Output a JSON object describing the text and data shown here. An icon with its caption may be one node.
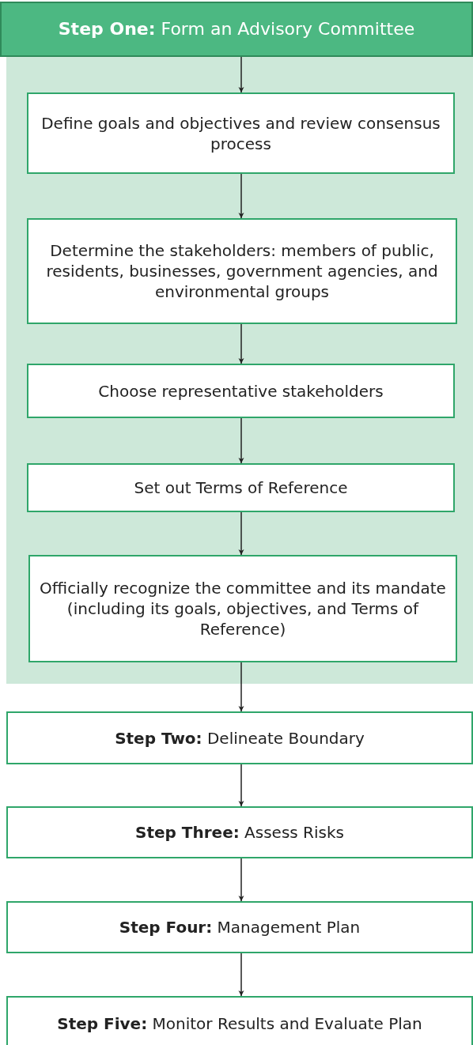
{
  "diagram": {
    "nodes": [
      {
        "text": [
          "**Step One:** Form an Advisory Committee"
        ]
      },
      {
        "text": [],
        "shape": "box"
      },
      {
        "text": [
          "Define goals and objectives and review consensus process"
        ],
        "in": 1
      },
      {
        "text": [
          "Determine the stakeholders: members of public, residents, businesses, government agencies, and environmental groups"
        ],
        "in": 1
      },
      {
        "text": [
          "Choose representative stakeholders"
        ],
        "in": 1
      },
      {
        "text": [
          "Set out Terms of Reference"
        ],
        "in": 1
      },
      {
        "text": [
          "Officially recognize the committee and its mandate (including its goals, objectives, and Terms of Reference)"
        ],
        "in": 1
      },
      {
        "text": [
          "**Step Two:** Delineate Boundary"
        ]
      },
      {
        "text": [
          "**Step Three:** Assess Risks"
        ]
      },
      {
        "text": [
          "**Step Four:** Management Plan"
        ]
      },
      {
        "text": [
          "**Step Five:** Monitor Results and Evaluate Plan"
        ]
      }
    ],
    "edges": [
      {
        "from": 0,
        "to": 2,
        "arrow": "to"
      },
      {
        "from": 2,
        "to": 3,
        "arrow": "to"
      },
      {
        "from": 3,
        "to": 4,
        "arrow": "to"
      },
      {
        "from": 4,
        "to": 5,
        "arrow": "to"
      },
      {
        "from": 5,
        "to": 6,
        "arrow": "to"
      },
      {
        "from": 6,
        "to": 7,
        "arrow": "to"
      },
      {
        "from": 7,
        "to": 8,
        "arrow": "to"
      },
      {
        "from": 8,
        "to": 9,
        "arrow": "to"
      },
      {
        "from": 9,
        "to": 10,
        "arrow": "to"
      }
    ]
  }
}
